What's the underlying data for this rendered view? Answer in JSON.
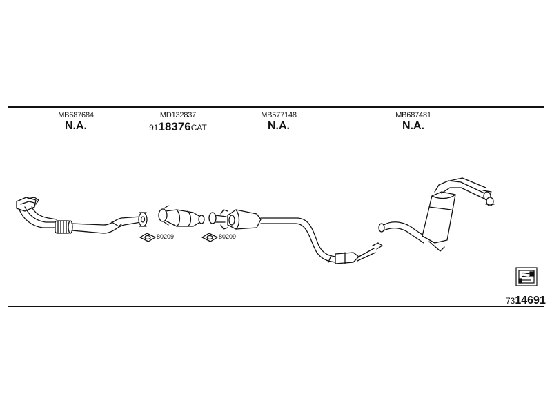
{
  "parts": [
    {
      "part_number": "MB687684",
      "status": "N.A."
    },
    {
      "part_number": "MD132837",
      "catalog_prefix": "91",
      "catalog_main": "18376",
      "catalog_suffix": "CAT"
    },
    {
      "part_number": "MB577148",
      "status": "N.A."
    },
    {
      "part_number": "MB687481",
      "status": "N.A."
    }
  ],
  "gaskets": [
    {
      "code": "80209"
    },
    {
      "code": "80209"
    }
  ],
  "diagram": {
    "prefix": "73",
    "number": "14691"
  },
  "icons": [
    "manual-book-icon"
  ],
  "colors": {
    "line": "#111111",
    "background": "#ffffff"
  }
}
